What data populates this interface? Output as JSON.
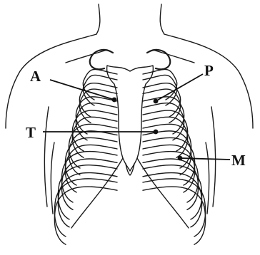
{
  "diagram": {
    "labels": [
      {
        "id": "A",
        "text": "A"
      },
      {
        "id": "P",
        "text": "P"
      },
      {
        "id": "T",
        "text": "T"
      },
      {
        "id": "M",
        "text": "M"
      }
    ],
    "colors": {
      "ink": "#1a1a1a",
      "background": "#ffffff"
    }
  }
}
